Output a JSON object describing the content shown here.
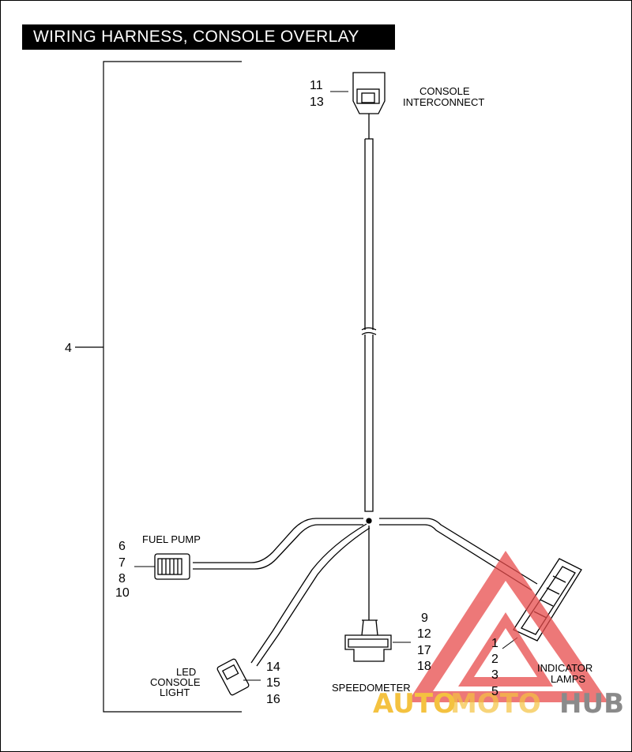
{
  "title": "WIRING HARNESS, CONSOLE OVERLAY",
  "labels": {
    "console_1": "CONSOLE",
    "console_2": "INTERCONNECT",
    "fuel_pump": "FUEL PUMP",
    "led_1": "LED",
    "led_2": "CONSOLE",
    "led_3": "LIGHT",
    "speedometer": "SPEEDOMETER",
    "indicator_1": "INDICATOR",
    "indicator_2": "LAMPS"
  },
  "callouts": {
    "harness": "4",
    "console": [
      "11",
      "13"
    ],
    "fuel_pump": [
      "6",
      "7",
      "8",
      "10"
    ],
    "speedometer": [
      "9",
      "12",
      "17",
      "18"
    ],
    "led": [
      "14",
      "15",
      "16"
    ],
    "indicator": [
      "1",
      "2",
      "3",
      "5"
    ]
  },
  "watermark": {
    "part1": "AUTO",
    "part2": "MOTO",
    "part3": "HUB",
    "colors": {
      "triangle": "#e84c4c",
      "auto": "#f4c240",
      "hub": "#8a8a8a"
    }
  }
}
